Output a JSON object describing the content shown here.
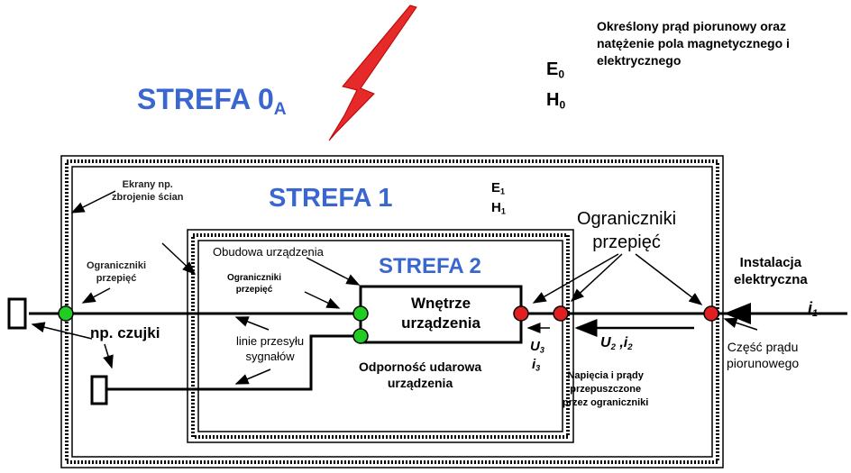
{
  "header": {
    "description_line1": "Określony prąd piorunowy oraz",
    "description_line2": "natężenie pola magnetycznego i",
    "description_line3": "elektrycznego",
    "e0_main": "E",
    "e0_sub": "0",
    "h0_main": "H",
    "h0_sub": "0"
  },
  "zones": {
    "zone0_main": "STREFA 0",
    "zone0_sub": "A",
    "zone1": "STREFA 1",
    "zone2": "STREFA 2",
    "e1_main": "E",
    "e1_sub": "1",
    "h1_main": "H",
    "h1_sub": "1"
  },
  "labels": {
    "screens_line1": "Ekrany np.",
    "screens_line2": "zbrojenie ścian",
    "surge_left_line1": "Ograniczniki",
    "surge_left_line2": "przepięć",
    "housing": "Obudowa urządzenia",
    "surge_inner_line1": "Ograniczniki",
    "surge_inner_line2": "przepięć",
    "device_line1": "Wnętrze",
    "device_line2": "urządzenia",
    "sensors": "np. czujki",
    "signal_line1": "linie przesyłu",
    "signal_line2": "sygnałów",
    "immunity_line1": "Odporność udarowa",
    "immunity_line2": "urządzenia",
    "surge_right_line1": "Ograniczniki",
    "surge_right_line2": "przepięć",
    "installation_line1": "Instalacja",
    "installation_line2": "elektryczna",
    "i1_main": "i",
    "i1_sub": "1",
    "part_current_line1": "Część prądu",
    "part_current_line2": "piorunowego",
    "u2_main": "U",
    "u2_sub": "2",
    "i2_main": "i",
    "i2_sub": "2",
    "u3_main": "U",
    "u3_sub": "3",
    "i3_main": "i",
    "i3_sub": "3",
    "passed_line1": "Napięcia i prądy",
    "passed_line2": "przepuszczone",
    "passed_line3": "przez ograniczniki"
  },
  "colors": {
    "zone_text": "#3a66d0",
    "lightning": "#e02020",
    "protector_green": "#22cc22",
    "protector_red": "#e02020"
  }
}
